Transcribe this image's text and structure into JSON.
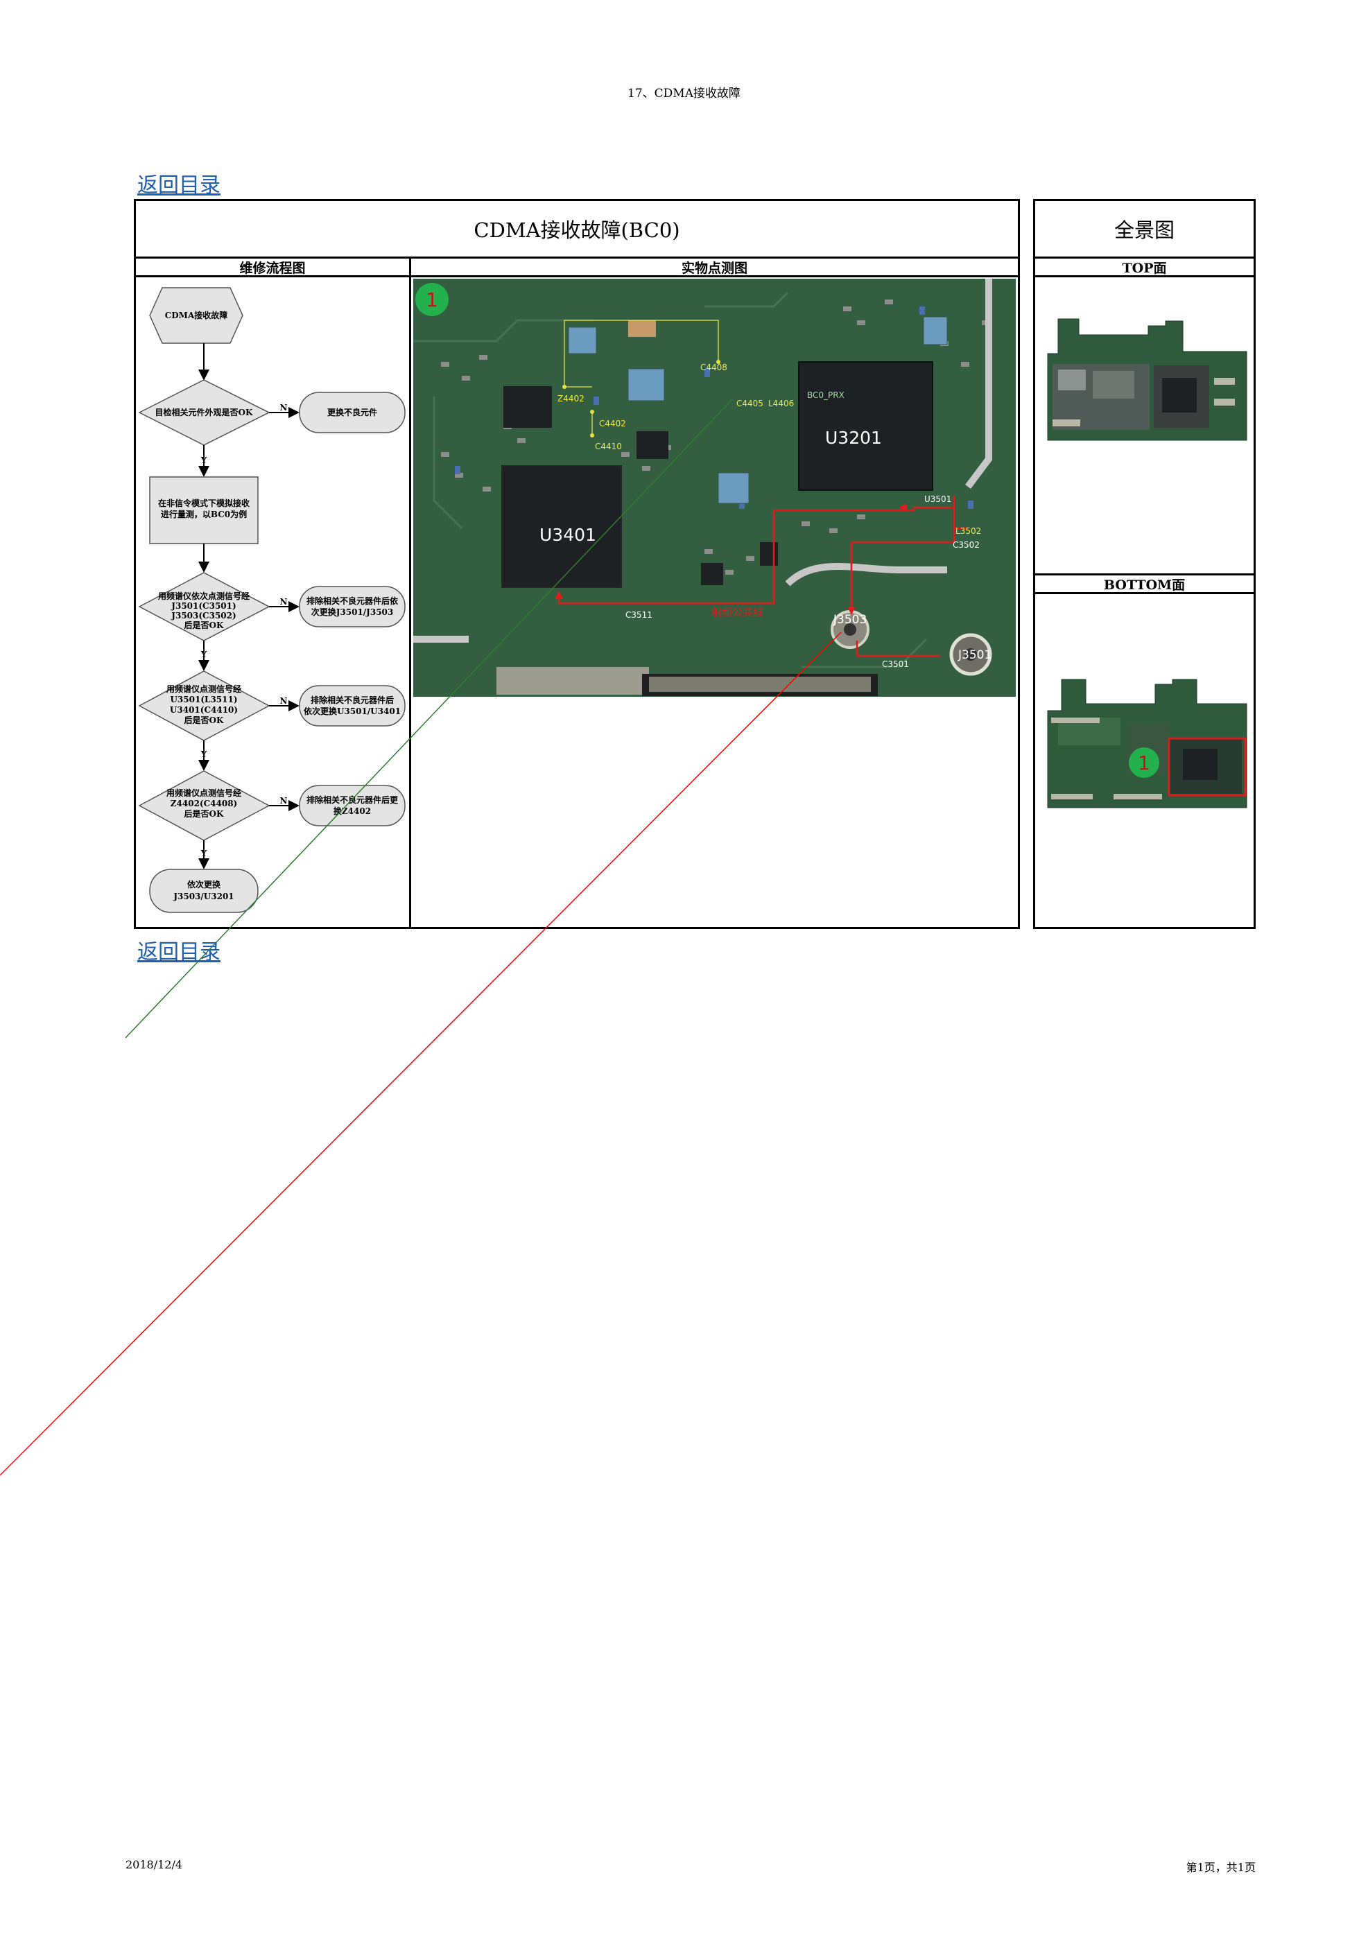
{
  "header": {
    "title": "17、CDMA接收故障"
  },
  "links": {
    "back_top": "返回目录",
    "back_bottom": "返回目录"
  },
  "main": {
    "title": "CDMA接收故障(BC0)",
    "col_flow": "维修流程图",
    "col_photo": "实物点测图"
  },
  "side": {
    "title": "全景图",
    "top_label": "TOP面",
    "bottom_label": "BOTTOM面",
    "marker": "1"
  },
  "flow": {
    "start": "CDMA接收故障",
    "d1": "目检相关元件外观是否OK",
    "a1": "更换不良元件",
    "p1_l1": "在非信令模式下模拟接收",
    "p1_l2": "进行量测，以BC0为例",
    "d2_l1": "用频谱仪依次点测信号经",
    "d2_l2": "J3501(C3501)",
    "d2_l3": "J3503(C3502)",
    "d2_l4": "后是否OK",
    "a2_l1": "排除相关不良元器件后依",
    "a2_l2": "次更换J3501/J3503",
    "d3_l1": "用频谱仪点测信号经",
    "d3_l2": "U3501(L3511)",
    "d3_l3": "U3401(C4410)",
    "d3_l4": "后是否OK",
    "a3_l1": "排除相关不良元器件后",
    "a3_l2": "依次更换U3501/U3401",
    "d4_l1": "用频谱仪点测信号经",
    "d4_l2": "Z4402(C4408)",
    "d4_l3": "后是否OK",
    "a4_l1": "排除相关不良元器件后更",
    "a4_l2": "换Z4402",
    "end_l1": "依次更换",
    "end_l2": "J3503/U3201",
    "yes": "Y",
    "no": "N"
  },
  "photo": {
    "marker": "1",
    "labels": {
      "u3401": "U3401",
      "u3201": "U3201",
      "j3503": "J3503",
      "j3501": "J3501",
      "c4408": "C4408",
      "z4402": "Z4402",
      "c4402": "C4402",
      "c4410": "C4410",
      "c4405": "C4405",
      "l4406": "L4406",
      "bc0prx": "BC0_PRX",
      "u3501": "U3501",
      "l3502": "L3502",
      "c3502": "C3502",
      "c3511": "C3511",
      "c3501": "C3501",
      "rf_line": "射频公共线"
    }
  },
  "footer": {
    "date": "2018/12/4",
    "page": "第1页，共1页"
  },
  "colors": {
    "link": "#1f5fb4",
    "marker": "#22b14c",
    "signal": "#e11b1b",
    "pcb": "#2f5a3c"
  }
}
